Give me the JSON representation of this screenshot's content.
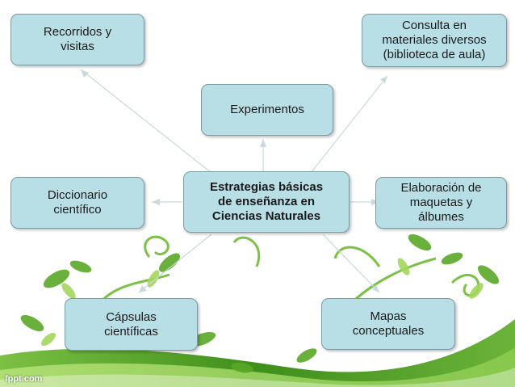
{
  "diagram": {
    "center": "Estrategias básicas\nde enseñanza en\nCiencias Naturales",
    "nodes": {
      "recorridos": "Recorridos y\nvisitas",
      "consulta": "Consulta en\nmateriales diversos\n(biblioteca de aula)",
      "experimentos": "Experimentos",
      "diccionario": "Diccionario\ncientífico",
      "elaboracion": "Elaboración de\nmaquetas y\nálbumes",
      "capsulas": "Cápsulas\ncientíficas",
      "mapas": "Mapas\nconceptuales"
    }
  },
  "footer": {
    "watermark": "fppt.com"
  },
  "colors": {
    "box_fill": "#b9dfe6",
    "box_border": "#7a9ba2",
    "arrow": "#c9d9dc",
    "leaf_dark": "#4e9a1e",
    "leaf_light": "#9ed44a"
  }
}
